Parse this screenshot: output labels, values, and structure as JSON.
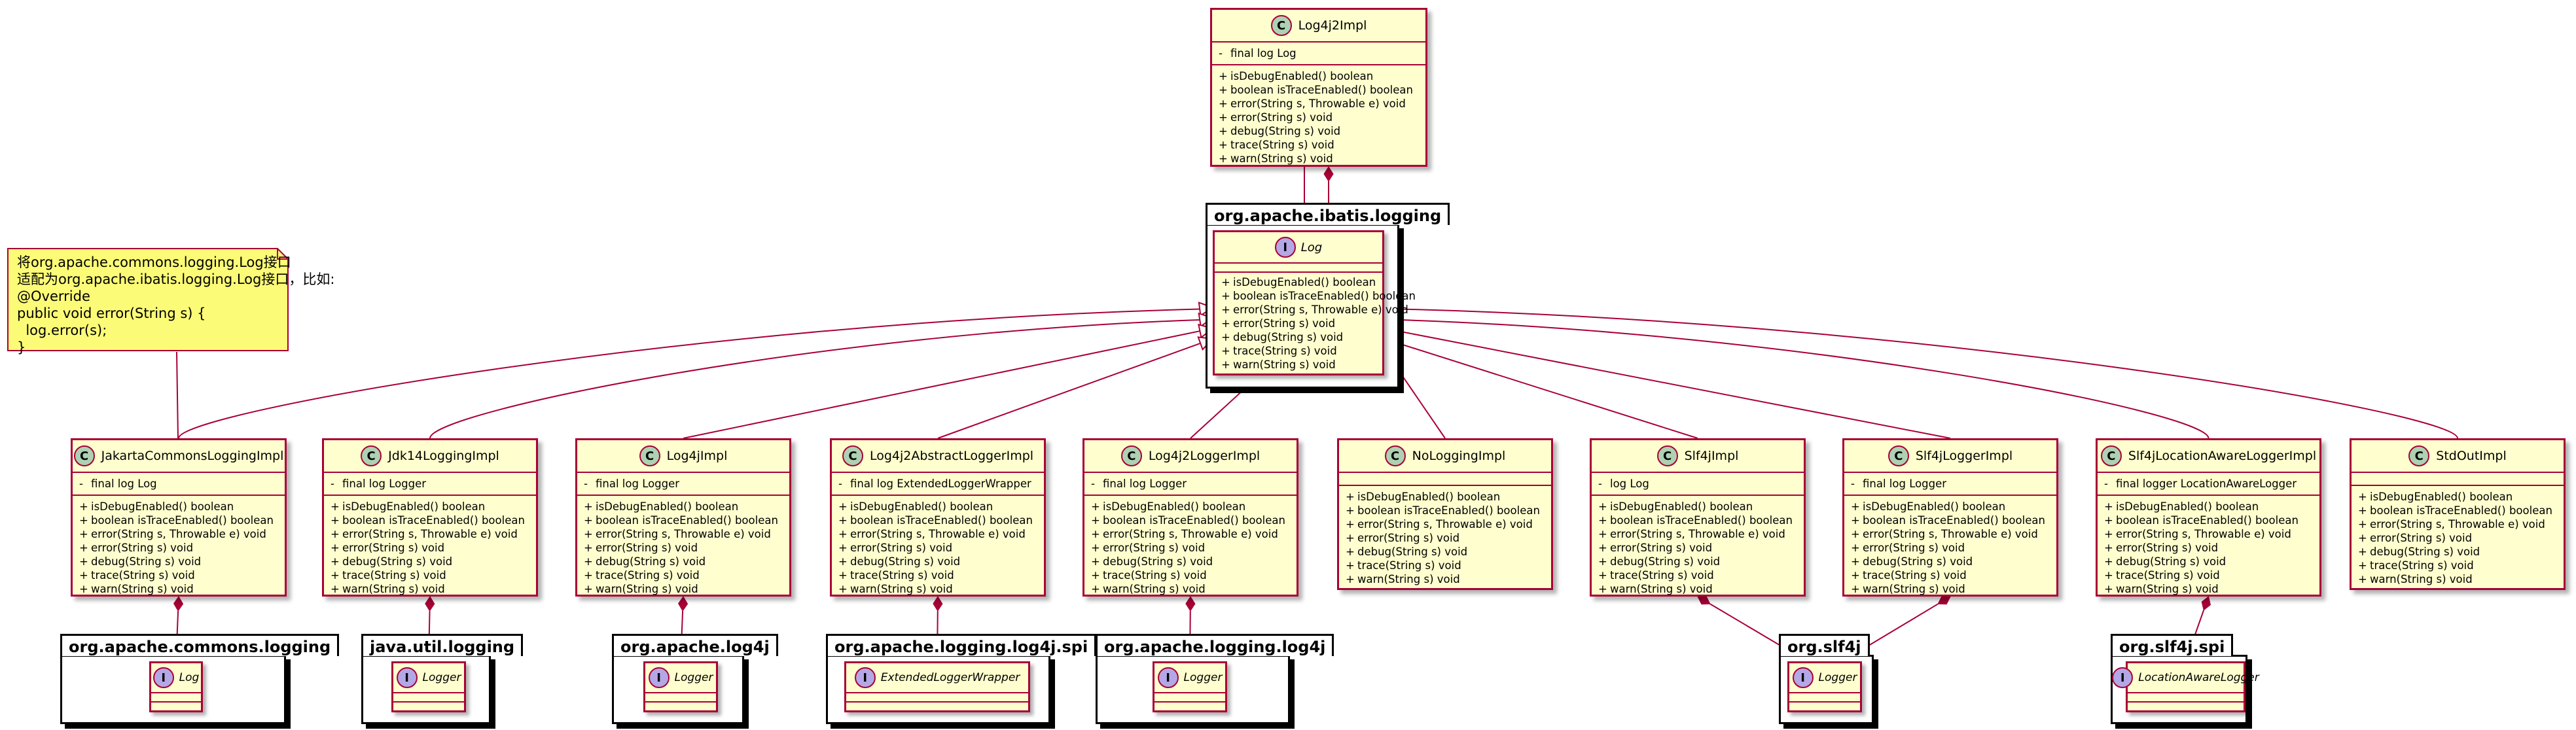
{
  "top_class": {
    "name": "Log4j2Impl",
    "fields": [
      "final log Log"
    ],
    "methods": [
      "isDebugEnabled() boolean",
      "boolean isTraceEnabled() boolean",
      "error(String s, Throwable e) void",
      "error(String s) void",
      "debug(String s) void",
      "trace(String s) void",
      "warn(String s) void"
    ]
  },
  "main_package": {
    "name": "org.apache.ibatis.logging",
    "interface": {
      "name": "Log",
      "methods": [
        "isDebugEnabled() boolean",
        "boolean isTraceEnabled() boolean",
        "error(String s, Throwable e) void",
        "error(String s) void",
        "debug(String s) void",
        "trace(String s) void",
        "warn(String s) void"
      ]
    }
  },
  "note": {
    "text": "将org.apache.commons.logging.Log接口\n适配为org.apache.ibatis.logging.Log接口，比如:\n@Override\npublic void error(String s) {\n  log.error(s);\n}"
  },
  "classes": [
    {
      "name": "JakartaCommonsLoggingImpl",
      "fields": [
        "final log Log"
      ]
    },
    {
      "name": "Jdk14LoggingImpl",
      "fields": [
        "final log Logger"
      ]
    },
    {
      "name": "Log4jImpl",
      "fields": [
        "final log Logger"
      ]
    },
    {
      "name": "Log4j2AbstractLoggerImpl",
      "fields": [
        "final log ExtendedLoggerWrapper"
      ]
    },
    {
      "name": "Log4j2LoggerImpl",
      "fields": [
        "final log Logger"
      ]
    },
    {
      "name": "NoLoggingImpl",
      "fields": []
    },
    {
      "name": "Slf4jImpl",
      "fields": [
        "log Log"
      ]
    },
    {
      "name": "Slf4jLoggerImpl",
      "fields": [
        "final log Logger"
      ]
    },
    {
      "name": "Slf4jLocationAwareLoggerImpl",
      "fields": [
        "final logger LocationAwareLogger"
      ]
    },
    {
      "name": "StdOutImpl",
      "fields": []
    }
  ],
  "impl_methods": [
    "isDebugEnabled() boolean",
    "boolean isTraceEnabled() boolean",
    "error(String s, Throwable e) void",
    "error(String s) void",
    "debug(String s) void",
    "trace(String s) void",
    "warn(String s) void"
  ],
  "ext_packages": [
    {
      "name": "org.apache.commons.logging",
      "interface": "Log"
    },
    {
      "name": "java.util.logging",
      "interface": "Logger"
    },
    {
      "name": "org.apache.log4j",
      "interface": "Logger"
    },
    {
      "name": "org.apache.logging.log4j.spi",
      "interface": "ExtendedLoggerWrapper"
    },
    {
      "name": "org.apache.logging.log4j",
      "interface": "Logger"
    },
    {
      "name": "org.slf4j",
      "interface": "Logger"
    },
    {
      "name": "org.slf4j.spi",
      "interface": "LocationAwareLogger"
    }
  ],
  "colors": {
    "class_fill": "#FEFECE",
    "border": "#A80036",
    "class_icon": "#ADD1B2",
    "interface_icon": "#B4A7E5",
    "note_fill": "#FBFB77"
  },
  "icons": {
    "class": "C",
    "interface": "I"
  }
}
